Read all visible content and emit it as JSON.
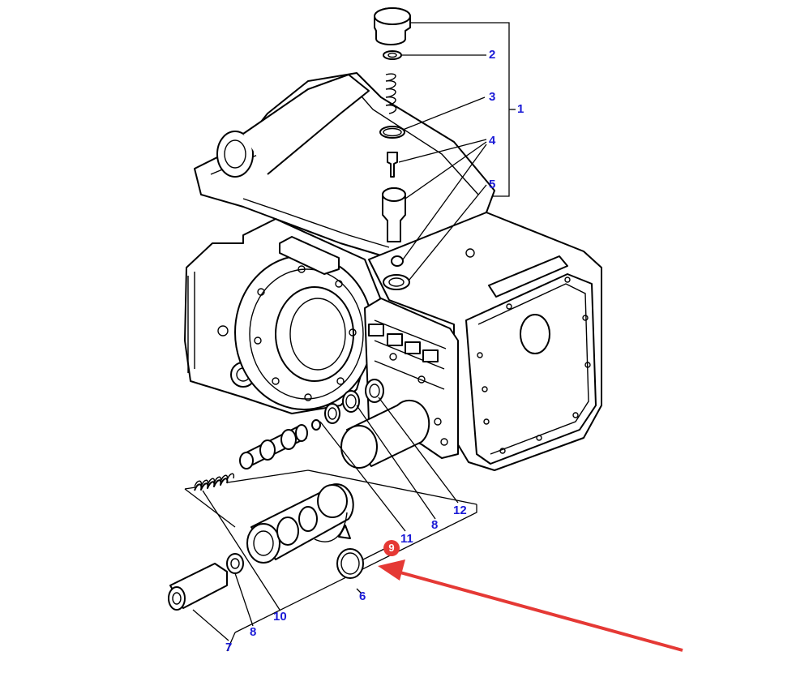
{
  "diagram": {
    "callouts": {
      "c1": "1",
      "c2": "2",
      "c3": "3",
      "c4": "4",
      "c5": "5",
      "c6": "6",
      "c7": "7",
      "c8a": "8",
      "c8b": "8",
      "c10": "10",
      "c11": "11",
      "c12": "12"
    },
    "highlight": {
      "label": "9",
      "color": "#e53935"
    },
    "colors": {
      "callout_text": "#1a1ad6",
      "arrow": "#e53935",
      "line": "#000000"
    }
  }
}
